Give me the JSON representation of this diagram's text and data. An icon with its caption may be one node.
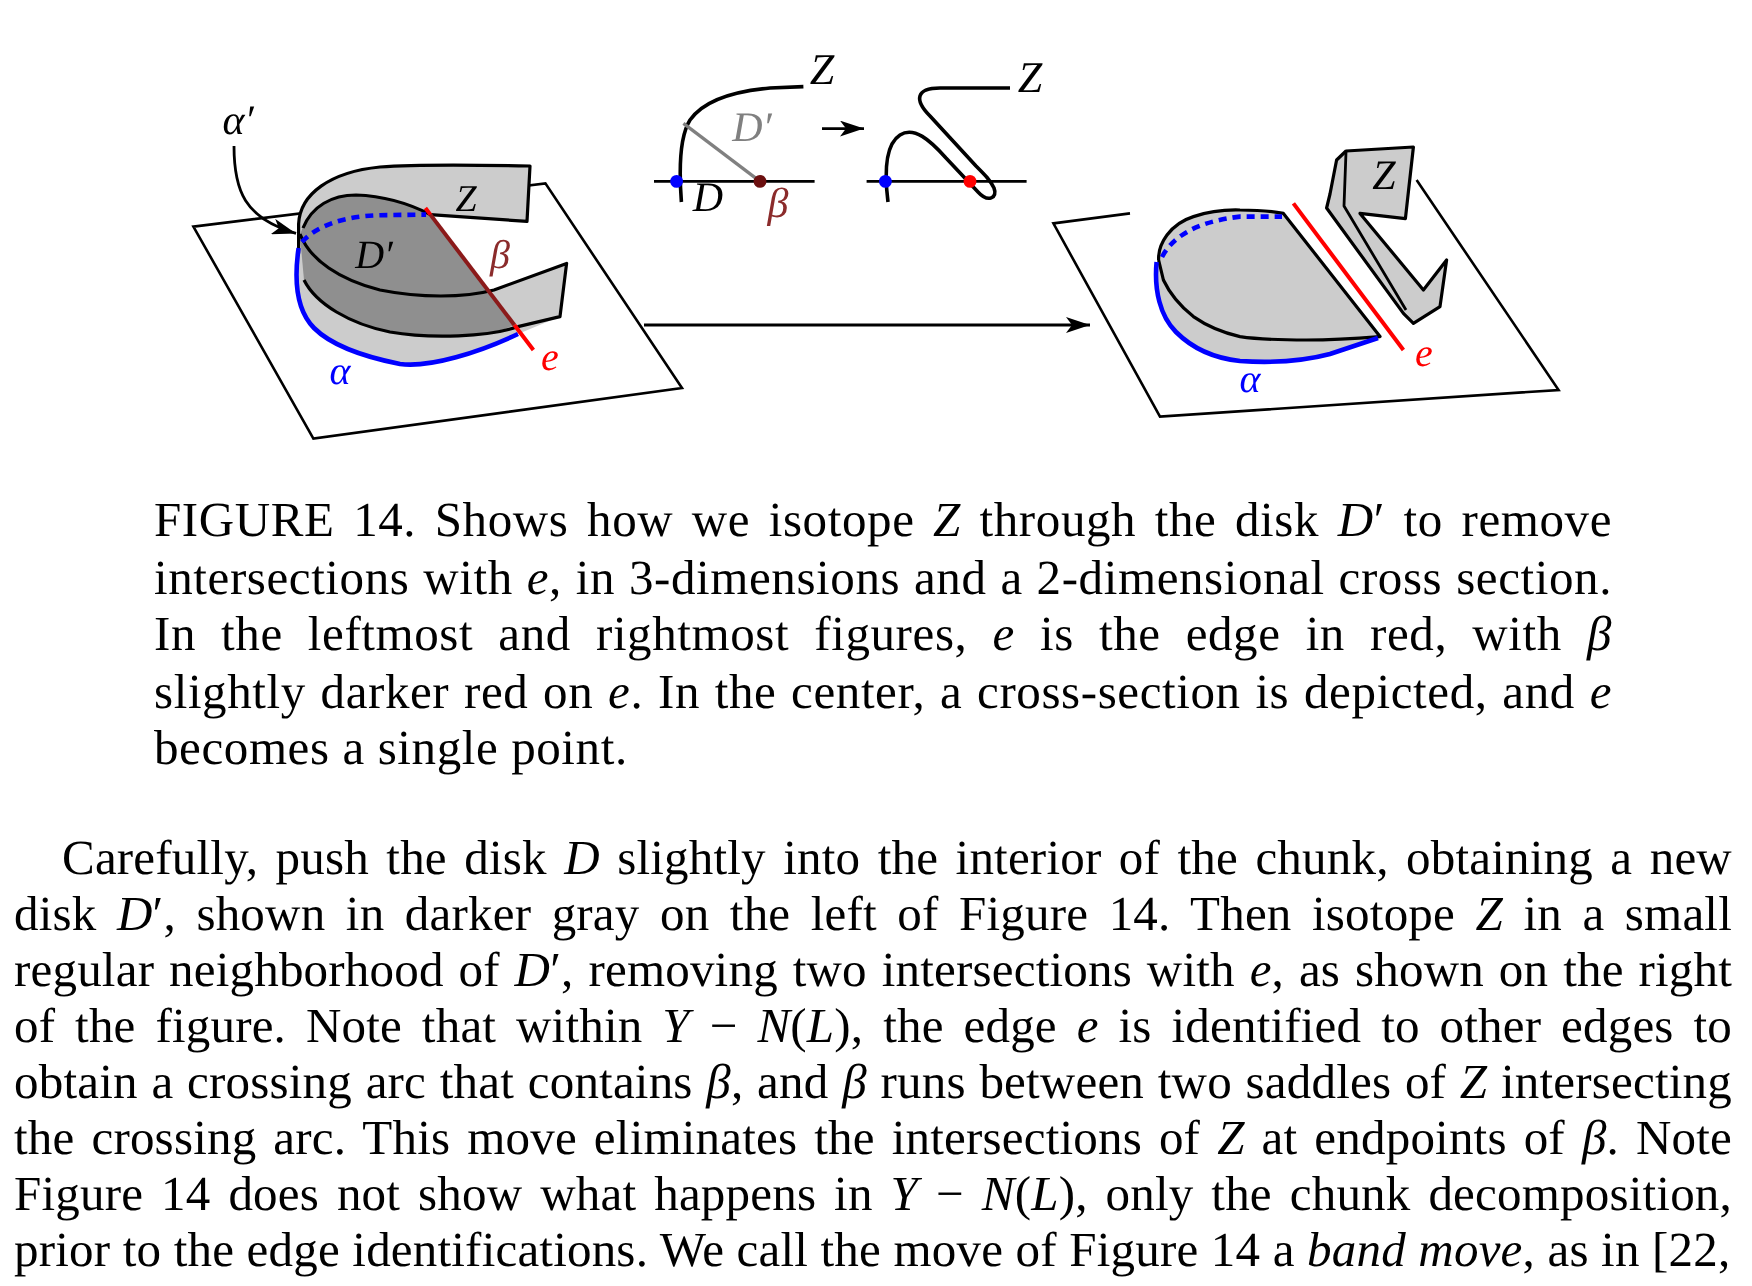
{
  "diagram": {
    "caption": "FIGURE 14. Shows how we isotope *Z* through the disk *D*′ to remove intersections with *e*, in 3-dimensions and a 2-dimensional cross section. In the leftmost and rightmost figures, *e* is the edge in red, with *β* slightly darker red on *e*. In the center, a cross-section is depicted, and *e* becomes a single point.",
    "nodes": [
      {
        "text": [
          "α′"
        ]
      },
      {
        "text": [],
        "shape": "picture"
      },
      {
        "text": [],
        "shape": "picture"
      },
      {
        "text": [],
        "shape": "picture"
      },
      {
        "text": [],
        "shape": "picture"
      }
    ],
    "edges": [
      {
        "from": 0,
        "to": 1,
        "arrow": "to"
      },
      {
        "from": 2,
        "to": 3,
        "arrow": "to"
      },
      {
        "from": 1,
        "to": 4,
        "arrow": "to"
      }
    ],
    "labels": [
      "Z",
      "D′",
      "β",
      "α",
      "e",
      "Z",
      "D′",
      "D",
      "β",
      "Z",
      "Z",
      "α",
      "e",
      "Carefully, push the disk *D* slightly into the interior of the chunk, obtaining a new disk *D*′, shown in darker gray on the left of Figure 14. Then isotope *Z* in a small regular neighborhood of *D*′, removing two intersections with *e*, as shown on the right of the figure. Note that within *Y* − *N*(*L*), the edge *e* is identified to other edges to obtain a crossing arc that contains *β*, and *β* runs between two saddles of *Z* intersecting the crossing arc. This move eliminates the intersections of *Z* at endpoints of *β*. Note Figure 14 does not show what happens in *Y* − *N*(*L*), only the chunk decomposition, prior to the edge identifications. We call the move of Figure 14 a *band move*, as in [22,"
    ]
  }
}
